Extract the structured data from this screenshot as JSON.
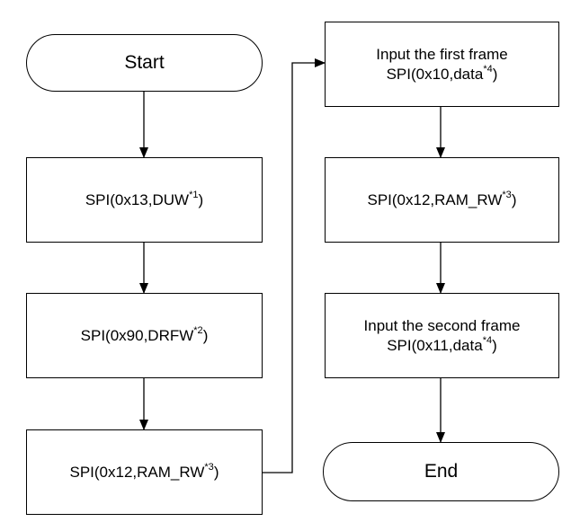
{
  "nodes": {
    "start": {
      "text": "Start"
    },
    "duw": {
      "prefix": "SPI(0x13,DUW",
      "note": "*1",
      "suffix": ")"
    },
    "drfw": {
      "prefix": "SPI(0x90,DRFW",
      "note": "*2",
      "suffix": ")"
    },
    "ramrw1": {
      "prefix": "SPI(0x12,RAM_RW",
      "note": "*3",
      "suffix": ")"
    },
    "first": {
      "title": "Input the first frame",
      "prefix": "SPI(0x10,data",
      "note": "*4",
      "suffix": ")"
    },
    "ramrw2": {
      "prefix": "SPI(0x12,RAM_RW",
      "note": "*3",
      "suffix": ")"
    },
    "second": {
      "title": "Input the second frame",
      "prefix": "SPI(0x11,data",
      "note": "*4",
      "suffix": ")"
    },
    "end": {
      "text": "End"
    }
  },
  "edges": [
    {
      "from": "start",
      "to": "duw"
    },
    {
      "from": "duw",
      "to": "drfw"
    },
    {
      "from": "drfw",
      "to": "ramrw1"
    },
    {
      "from": "ramrw1",
      "to": "first"
    },
    {
      "from": "first",
      "to": "ramrw2"
    },
    {
      "from": "ramrw2",
      "to": "second"
    },
    {
      "from": "second",
      "to": "end"
    }
  ]
}
